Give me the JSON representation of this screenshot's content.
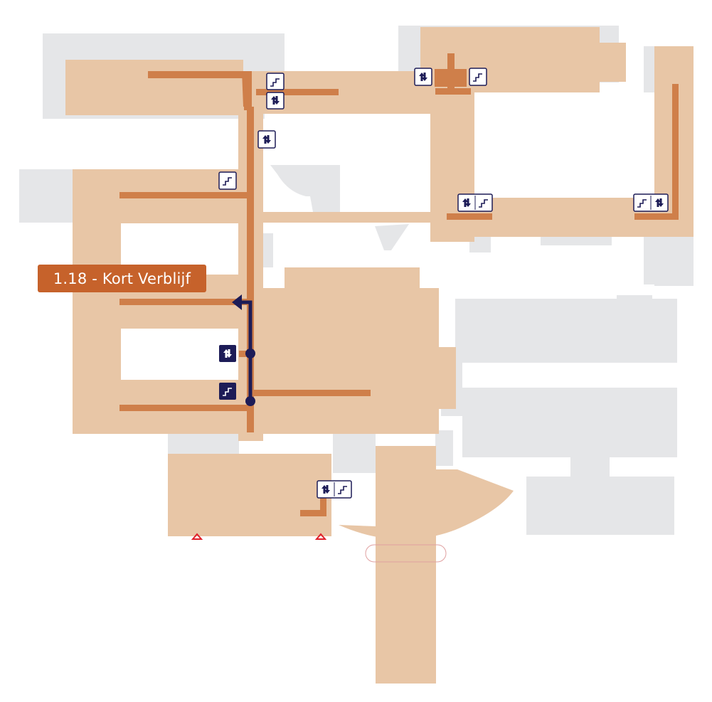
{
  "destination": {
    "label": "1.18 - Kort Verblijf"
  },
  "colors": {
    "floor": "#e8c6a6",
    "corridor": "#cf7f4a",
    "other_building": "#e5e6e8",
    "route": "#1d1c57",
    "label_bg": "#c6622b",
    "icon_navy": "#1d1c57",
    "entrance_marker": "#e0202a"
  },
  "icons": [
    {
      "name": "stairs-icon",
      "variant": "outline"
    },
    {
      "name": "elevator-icon",
      "variant": "outline"
    },
    {
      "name": "elevator-icon",
      "variant": "outline"
    },
    {
      "name": "elevator-icon",
      "variant": "outline"
    },
    {
      "name": "stairs-icon",
      "variant": "outline"
    },
    {
      "name": "stairs-icon",
      "variant": "outline"
    },
    {
      "name": "elevator-stairs-icon",
      "variant": "outline"
    },
    {
      "name": "stairs-elevator-icon",
      "variant": "outline"
    },
    {
      "name": "elevator-icon",
      "variant": "filled"
    },
    {
      "name": "stairs-icon",
      "variant": "filled"
    },
    {
      "name": "elevator-stairs-icon",
      "variant": "outline"
    }
  ],
  "route": {
    "name": "route-path",
    "nodes": 3
  }
}
